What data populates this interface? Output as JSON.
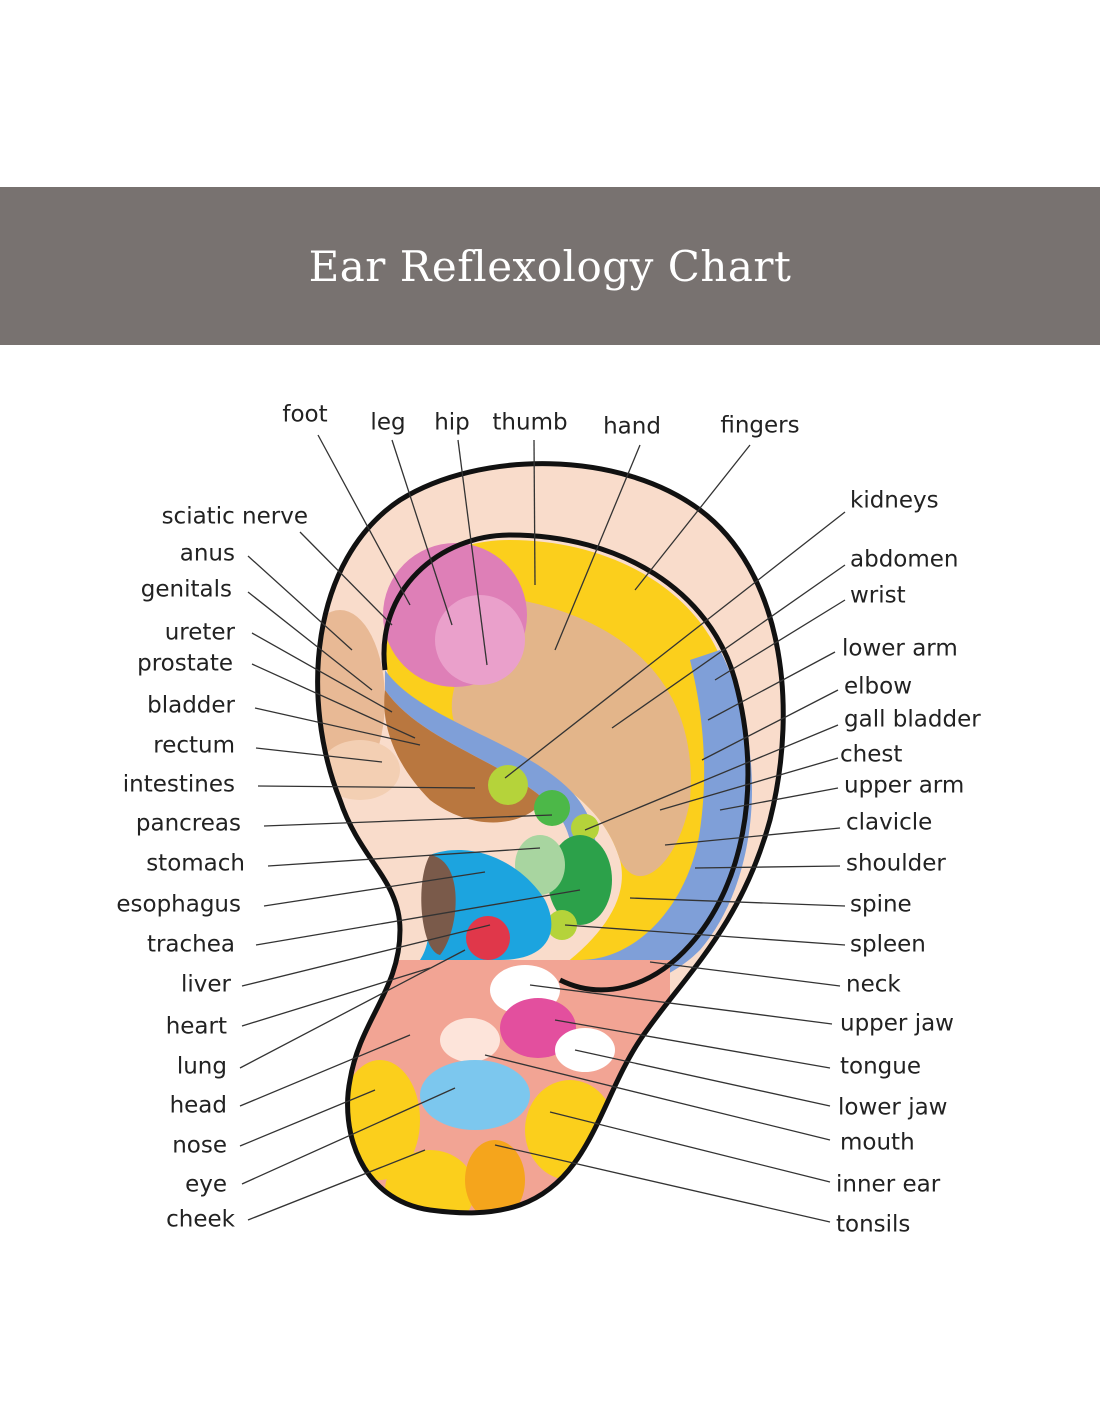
{
  "title": "Ear Reflexology Chart",
  "labels": {
    "top": [
      "foot",
      "leg",
      "hip",
      "thumb",
      "hand",
      "fingers"
    ],
    "left": [
      "sciatic nerve",
      "anus",
      "genitals",
      "ureter",
      "prostate",
      "bladder",
      "rectum",
      "intestines",
      "pancreas",
      "stomach",
      "esophagus",
      "trachea",
      "liver",
      "heart",
      "lung",
      "head",
      "nose",
      "eye",
      "cheek"
    ],
    "right": [
      "kidneys",
      "abdomen",
      "wrist",
      "lower arm",
      "elbow",
      "gall bladder",
      "chest",
      "upper arm",
      "clavicle",
      "shoulder",
      "spine",
      "spleen",
      "neck",
      "upper jaw",
      "tongue",
      "lower jaw",
      "mouth",
      "inner ear",
      "tonsils"
    ]
  },
  "colors": {
    "header": "#787270",
    "skin": "#f9dccb",
    "yellow": "#fbcf1c",
    "pink": "#de7fb7",
    "blue": "#7f9fd8",
    "green": "#4cb848",
    "lightblue": "#7cc7ee"
  }
}
